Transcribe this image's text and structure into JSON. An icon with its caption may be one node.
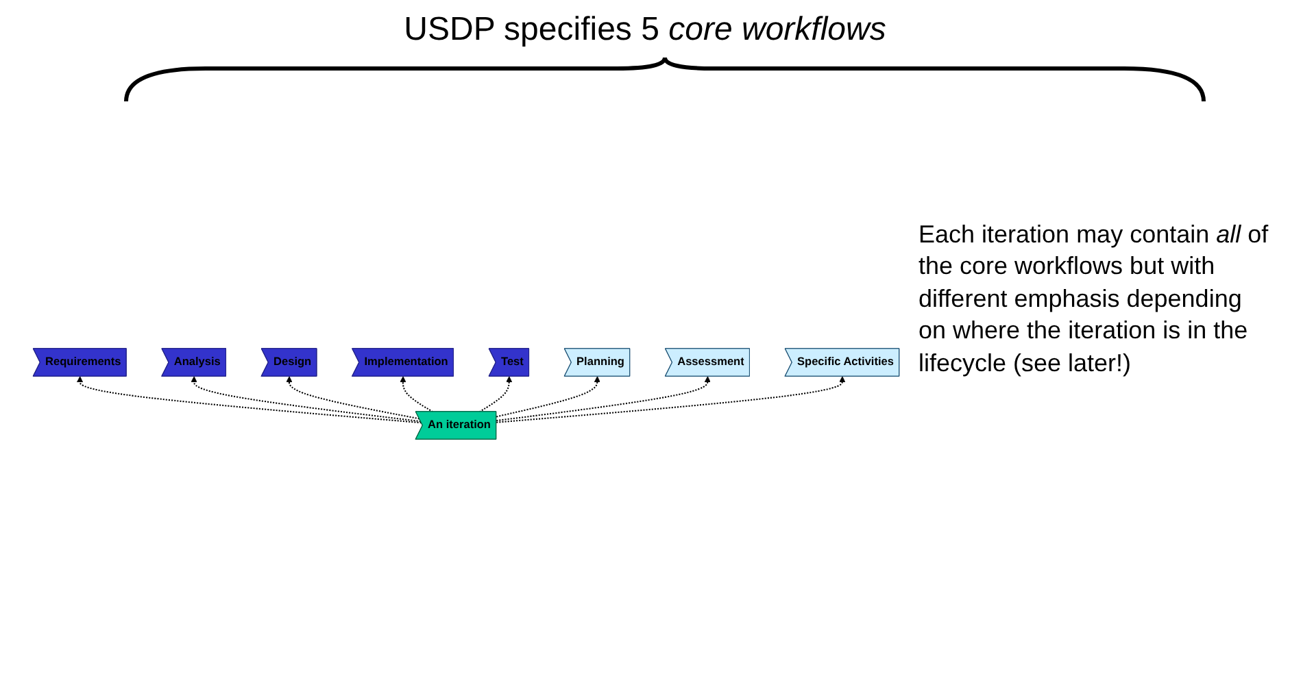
{
  "diagram": {
    "title": "USDP specifies 5 *core workflows*",
    "nodes": [
      {
        "text": [
          "Requirements"
        ]
      },
      {
        "text": [
          "Analysis"
        ]
      },
      {
        "text": [
          "Design"
        ]
      },
      {
        "text": [
          "Implementation"
        ]
      },
      {
        "text": [
          "Test"
        ]
      },
      {
        "text": [
          "Planning"
        ]
      },
      {
        "text": [
          "An iteration"
        ]
      },
      {
        "text": [
          "Assessment"
        ]
      },
      {
        "text": [
          "Specific Activities"
        ]
      }
    ],
    "edges": [
      {
        "from": 6,
        "to": 0,
        "arrow": "to",
        "style": "dashed"
      },
      {
        "from": 6,
        "to": 1,
        "arrow": "to",
        "style": "dashed"
      },
      {
        "from": 6,
        "to": 2,
        "arrow": "to",
        "style": "dashed"
      },
      {
        "from": 6,
        "to": 3,
        "arrow": "to",
        "style": "dashed"
      },
      {
        "from": 6,
        "to": 4,
        "arrow": "to",
        "style": "dashed"
      },
      {
        "from": 6,
        "to": 5,
        "arrow": "to",
        "style": "dashed"
      },
      {
        "from": 6,
        "to": 7,
        "arrow": "to",
        "style": "dashed"
      },
      {
        "from": 6,
        "to": 8,
        "arrow": "to",
        "style": "dashed"
      }
    ],
    "labels": [
      "Each iteration may contain *all* of the core workflows but with different emphasis depending on where the iteration is in the lifecycle (see later!)"
    ]
  }
}
